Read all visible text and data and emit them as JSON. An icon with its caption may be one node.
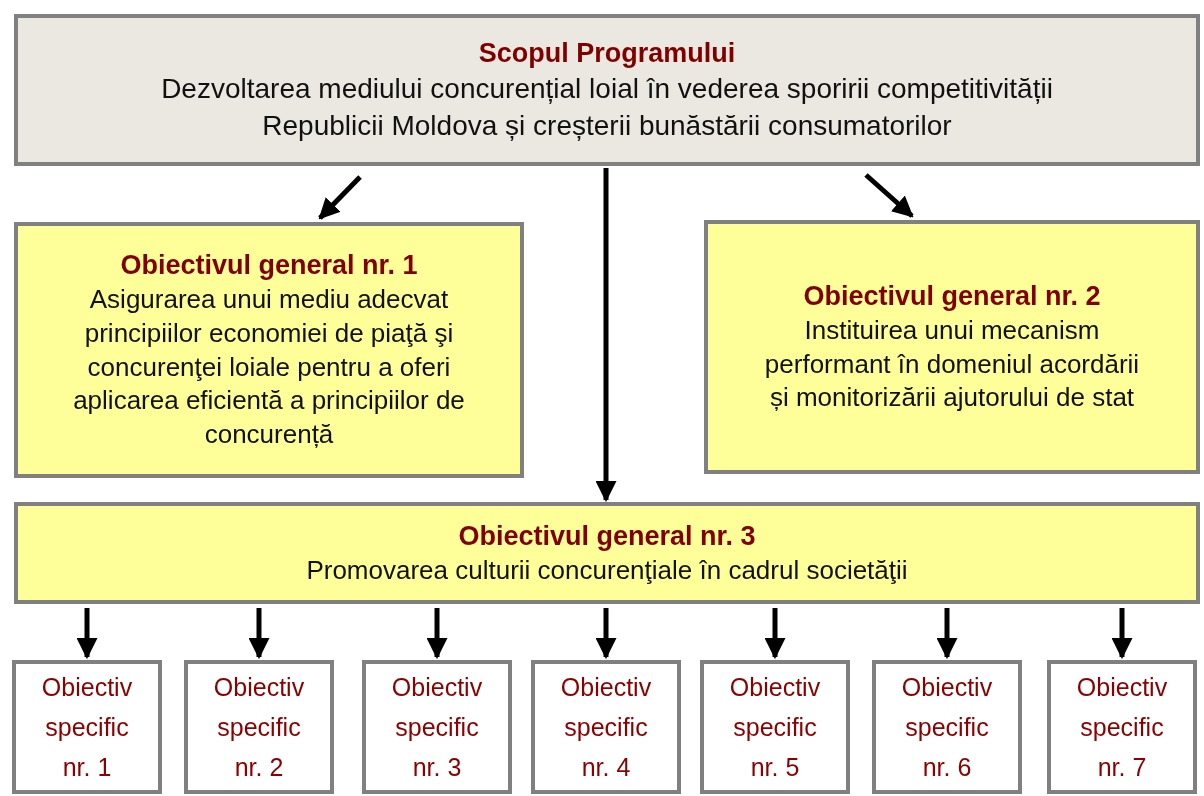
{
  "diagram": {
    "nodes": [
      {
        "text": [
          "Scopul Programului",
          "Dezvoltarea mediului concurențial loial în vederea sporirii competitivității Republicii Moldova și creșterii bunăstării consumatorilor"
        ]
      },
      {
        "text": [
          "Obiectivul general nr. 1",
          "Asigurarea unui mediu adecvat principiilor economiei de piaţă şi concurenţei loiale pentru a oferi aplicarea eficientă a principiilor de concurență"
        ]
      },
      {
        "text": [
          "Obiectivul general nr. 2",
          "Instituirea unui mecanism performant în domeniul acordării și monitorizării ajutorului de stat"
        ]
      },
      {
        "text": [
          "Obiectivul general nr. 3",
          "Promovarea culturii concurenţiale în cadrul societăţii"
        ]
      },
      {
        "text": [
          "Obiectiv specific nr. 1"
        ]
      },
      {
        "text": [
          "Obiectiv specific nr. 2"
        ]
      },
      {
        "text": [
          "Obiectiv specific nr. 3"
        ]
      },
      {
        "text": [
          "Obiectiv specific nr. 4"
        ]
      },
      {
        "text": [
          "Obiectiv specific nr. 5"
        ]
      },
      {
        "text": [
          "Obiectiv specific nr. 6"
        ]
      },
      {
        "text": [
          "Obiectiv specific nr. 7"
        ]
      }
    ],
    "edges": [
      {
        "from": 0,
        "to": 1,
        "arrow": "to"
      },
      {
        "from": 0,
        "to": 3,
        "arrow": "to"
      },
      {
        "from": 0,
        "to": 2,
        "arrow": "to"
      },
      {
        "from": 3,
        "to": 4,
        "arrow": "to"
      },
      {
        "from": 3,
        "to": 5,
        "arrow": "to"
      },
      {
        "from": 3,
        "to": 6,
        "arrow": "to"
      },
      {
        "from": 3,
        "to": 7,
        "arrow": "to"
      },
      {
        "from": 3,
        "to": 8,
        "arrow": "to"
      },
      {
        "from": 3,
        "to": 9,
        "arrow": "to"
      },
      {
        "from": 3,
        "to": 10,
        "arrow": "to"
      }
    ]
  }
}
